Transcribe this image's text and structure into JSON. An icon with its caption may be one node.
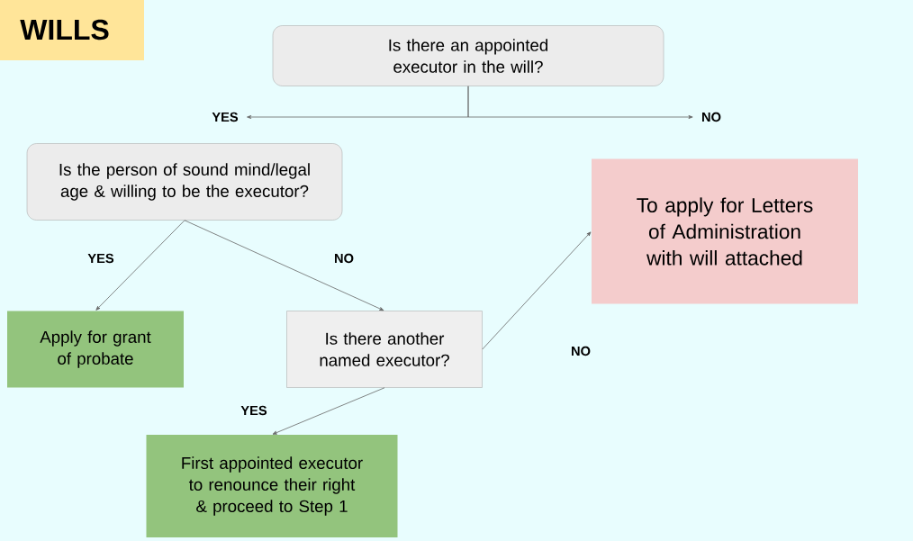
{
  "diagram": {
    "title": "WILLS",
    "nodes": [
      {
        "text": [
          "Is there an appointed executor in the will?"
        ]
      },
      {
        "text": [
          "YES"
        ]
      },
      {
        "text": [
          "NO"
        ]
      },
      {
        "text": [
          "Is the person of sound mind/legal age & willing to be the executor?"
        ]
      },
      {
        "text": [
          "To apply for Letters of Administration with will attached"
        ]
      },
      {
        "text": [
          "Apply for grant of probate"
        ]
      },
      {
        "text": [
          "Is there another named executor?"
        ]
      },
      {
        "text": [
          "First appointed executor to renounce their right & proceed to Step 1"
        ]
      }
    ],
    "edges": [
      {
        "from": 0,
        "to": 1,
        "arrow": "to"
      },
      {
        "from": 0,
        "to": 2,
        "arrow": "to"
      },
      {
        "from": 3,
        "to": 5,
        "arrow": "to",
        "label": "YES"
      },
      {
        "from": 3,
        "to": 6,
        "arrow": "to",
        "label": "NO"
      },
      {
        "from": 6,
        "to": 4,
        "arrow": "to",
        "label": "NO"
      },
      {
        "from": 6,
        "to": 7,
        "arrow": "to",
        "label": "YES"
      }
    ]
  }
}
